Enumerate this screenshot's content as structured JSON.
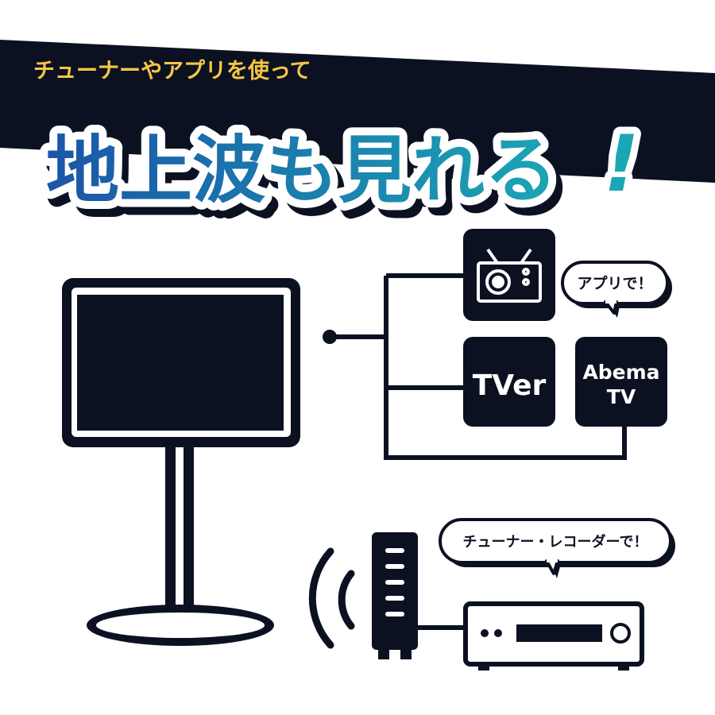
{
  "header": {
    "subtitle": "チューナーやアプリを使って",
    "title_main": "地上波も見れる",
    "title_exclaim": "!"
  },
  "apps": {
    "tver_label": "TVer",
    "abema_line1": "Abema",
    "abema_line2": "TV"
  },
  "bubbles": {
    "app_label": "アプリで！",
    "tuner_label": "チューナー・レコーダーで！"
  },
  "icons": {
    "tv_app": "retro-tv-icon",
    "monitor": "stand-monitor-icon",
    "wifi": "wireless-signal-icon",
    "router": "router-icon",
    "recorder": "recorder-icon"
  },
  "colors": {
    "navy": "#0c1122",
    "accent_yellow": "#f6c744",
    "title_gradient_start": "#1b55a8",
    "title_gradient_end": "#1aa3b5"
  }
}
